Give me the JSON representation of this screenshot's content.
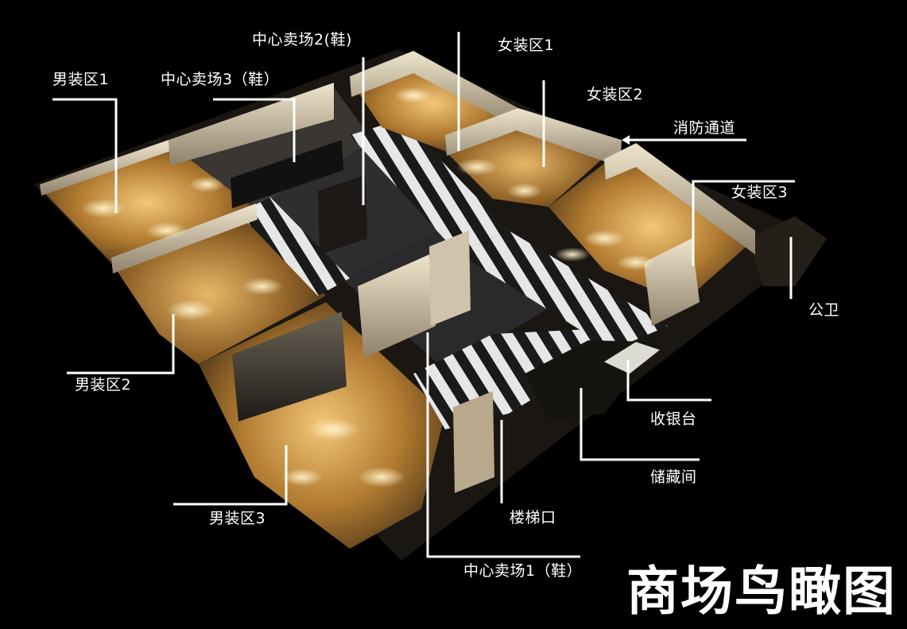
{
  "title": "商场鸟瞰图",
  "zones": [
    {
      "id": "men-1",
      "label": "男装区1"
    },
    {
      "id": "center-3",
      "label": "中心卖场3（鞋）"
    },
    {
      "id": "center-2",
      "label": "中心卖场2(鞋)"
    },
    {
      "id": "women-1",
      "label": "女装区1"
    },
    {
      "id": "women-2",
      "label": "女装区2"
    },
    {
      "id": "fire-exit",
      "label": "消防通道"
    },
    {
      "id": "women-3",
      "label": "女装区3"
    },
    {
      "id": "restroom",
      "label": "公卫"
    },
    {
      "id": "men-2",
      "label": "男装区2"
    },
    {
      "id": "cashier",
      "label": "收银台"
    },
    {
      "id": "storage",
      "label": "储藏间"
    },
    {
      "id": "stairs",
      "label": "楼梯口"
    },
    {
      "id": "men-3",
      "label": "男装区3"
    },
    {
      "id": "center-1",
      "label": "中心卖场1（鞋）"
    }
  ],
  "colors": {
    "background": "#000000",
    "leader_line": "#ffffff",
    "label_text": "#ffffff",
    "warm_floor": "#c08a3a",
    "dark_floor": "#2b2b2d",
    "wall": "#d8cbb2"
  }
}
